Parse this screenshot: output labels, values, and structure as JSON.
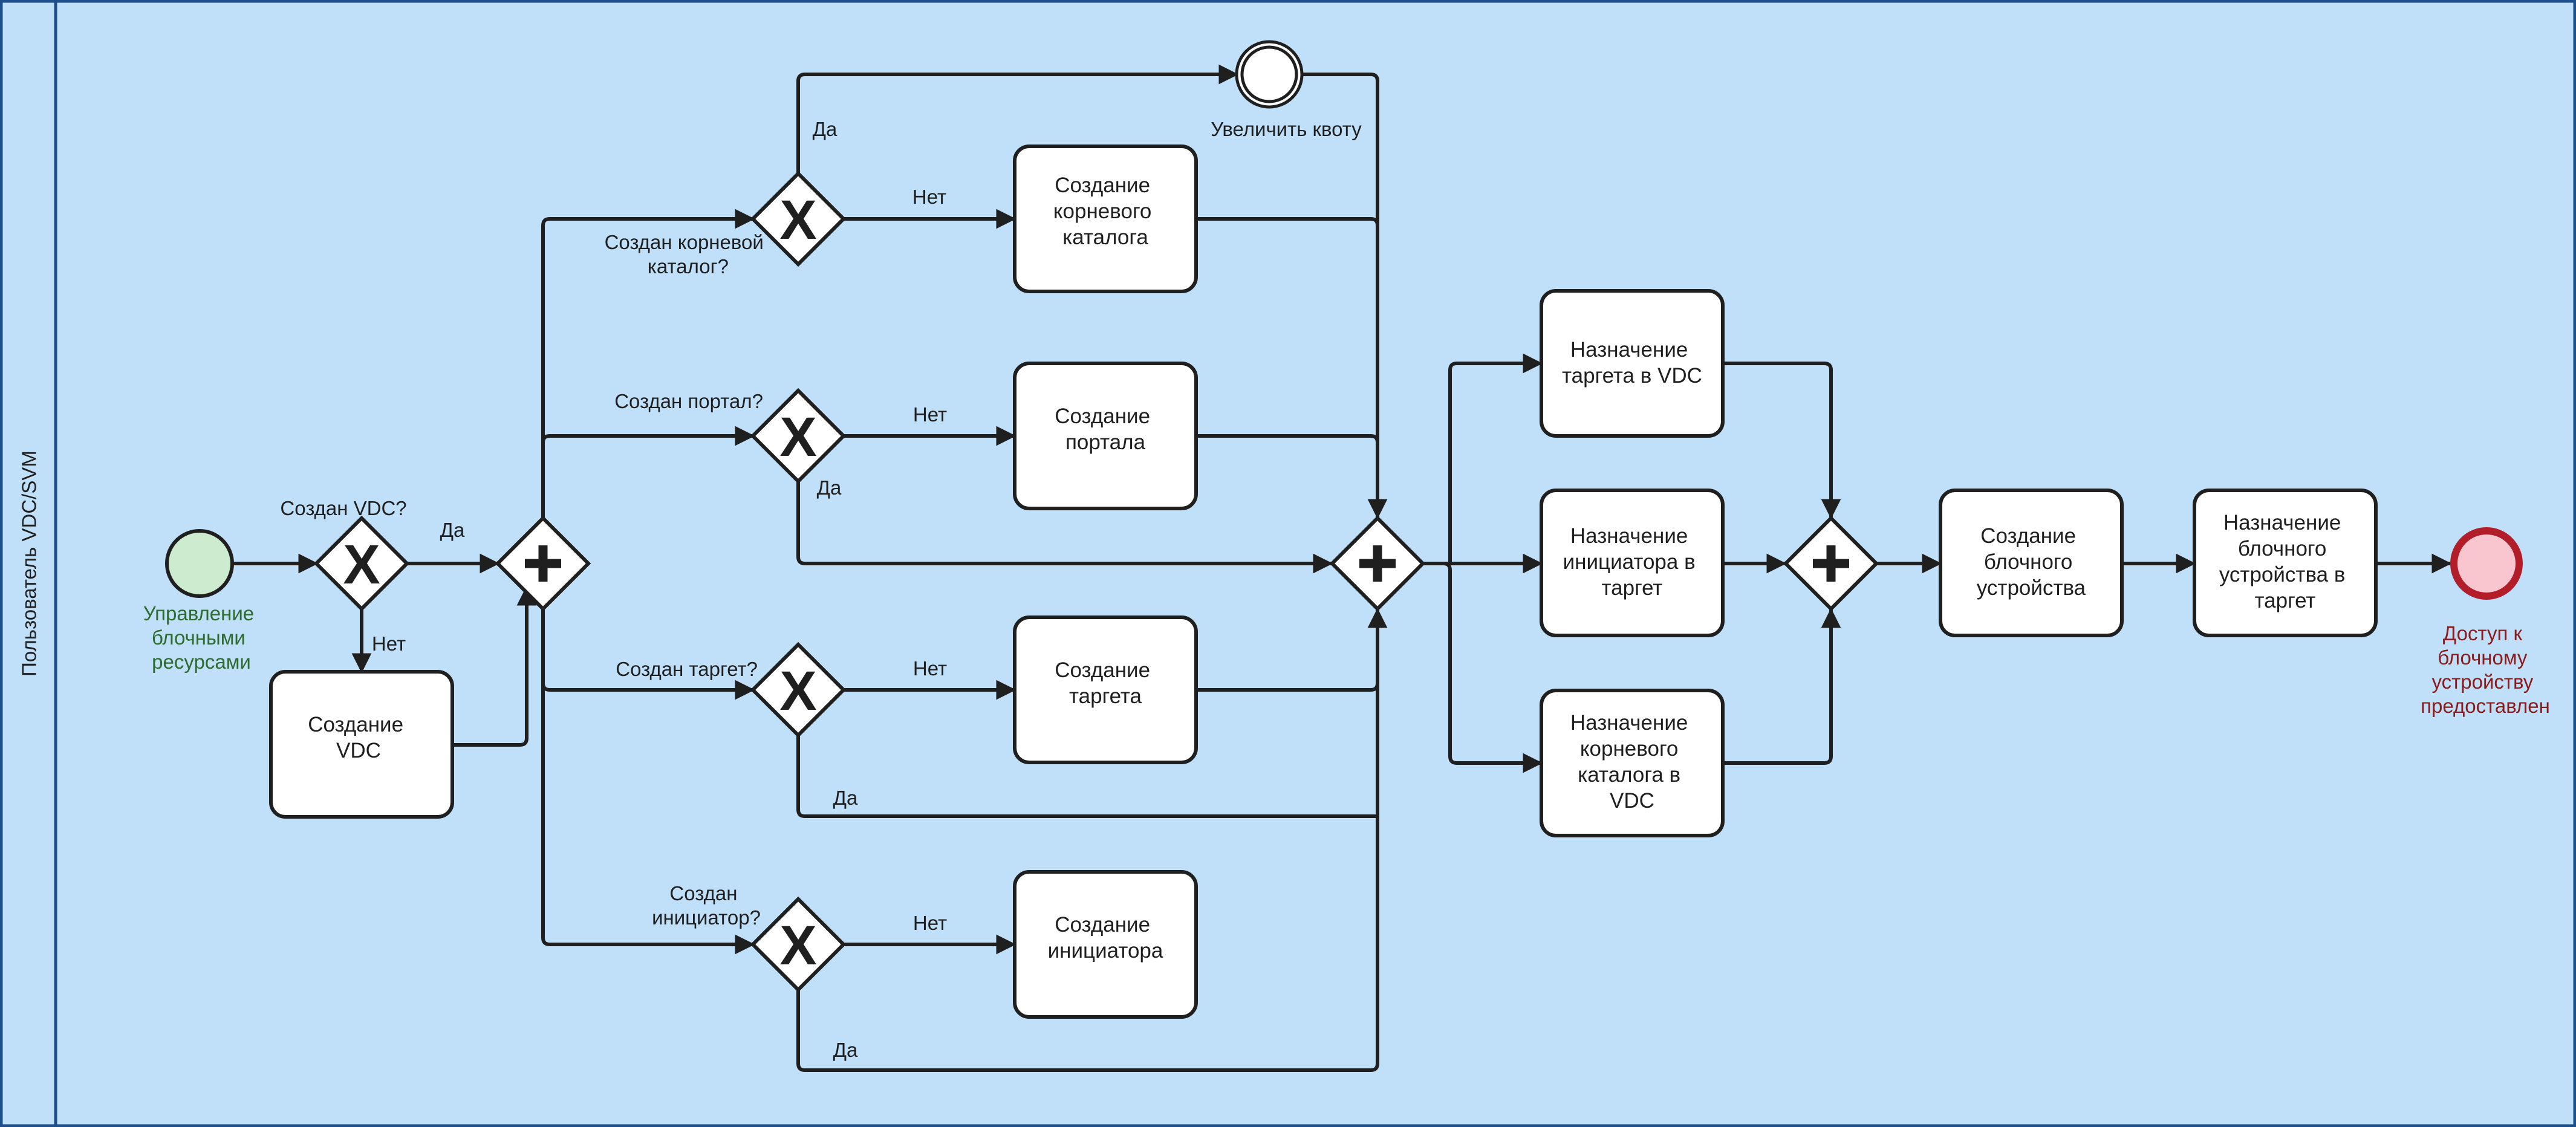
{
  "pool": {
    "lane_label": "Пользователь VDC/SVM",
    "colors": {
      "lane_fill": "#c0e0fa",
      "border": "#1d4f8a",
      "stroke": "#1f1f1f",
      "start_fill": "#cdebcf",
      "start_text": "#2e6b2e",
      "end_fill": "#f9c6cf",
      "end_stroke": "#b21d2a",
      "end_text": "#8b1a1a"
    }
  },
  "events": {
    "start_label": [
      "Управление",
      "блочными",
      "ресурсами"
    ],
    "intermediate_label": "Увеличить квоту",
    "end_label": [
      "Доступ к",
      "блочному",
      "устройству",
      "предоставлен"
    ]
  },
  "gateways": {
    "vdc_question": "Создан VDC?",
    "root_question": [
      "Создан корневой",
      "каталог?"
    ],
    "portal_question": "Создан портал?",
    "target_question": "Создан таргет?",
    "initiator_question": [
      "Создан",
      "инициатор?"
    ]
  },
  "flow_labels": {
    "yes": "Да",
    "no": "Нет"
  },
  "tasks": {
    "create_vdc": [
      "Создание",
      "VDC"
    ],
    "create_root": [
      "Создание",
      "корневого",
      "каталога"
    ],
    "create_portal": [
      "Создание",
      "портала"
    ],
    "create_target": [
      "Создание",
      "таргета"
    ],
    "create_initiator": [
      "Создание",
      "инициатора"
    ],
    "assign_target": [
      "Назначение",
      "таргета в VDC"
    ],
    "assign_initiator": [
      "Назначение",
      "инициатора в",
      "таргет"
    ],
    "assign_root": [
      "Назначение",
      "корневого",
      "каталога в",
      "VDC"
    ],
    "create_block": [
      "Создание",
      "блочного",
      "устройства"
    ],
    "assign_block": [
      "Назначение",
      "блочного",
      "устройства в",
      "таргет"
    ]
  }
}
